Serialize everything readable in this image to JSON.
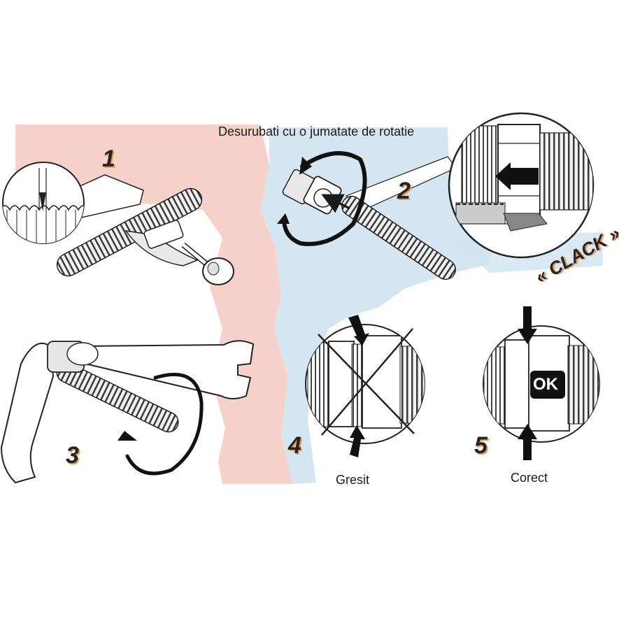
{
  "texts": {
    "step1": "1",
    "step2": "2",
    "step3": "3",
    "step4": "4",
    "step5": "5",
    "instruction": "Desurubati cu o jumatate de rotatie",
    "clack": "« CLACK »",
    "wrong": "Gresit",
    "correct": "Corect",
    "ok": "OK"
  },
  "colors": {
    "background": "#ffffff",
    "left_tint": "#f4c9c0",
    "right_tint": "#cfe3ef",
    "ink": "#1a1a1a",
    "label_shadow": "#d9a36a"
  }
}
